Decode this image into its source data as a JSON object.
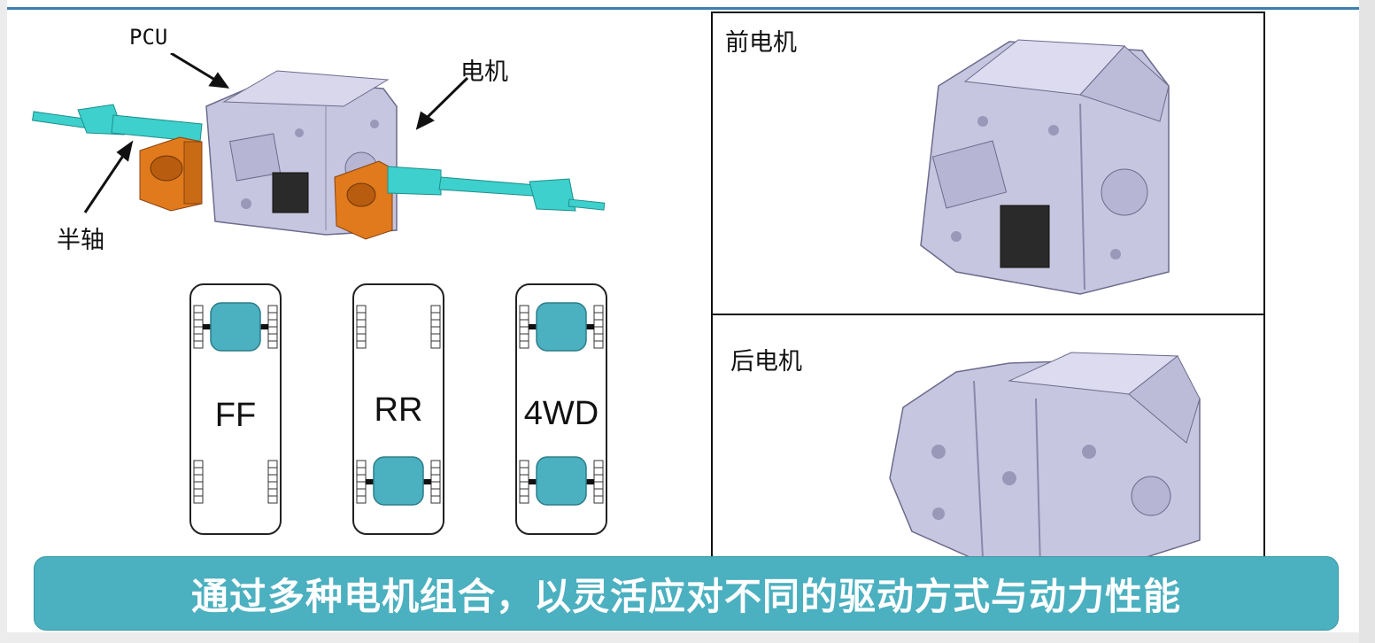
{
  "labels": {
    "pcu": "PCU",
    "motor": "电机",
    "half_shaft": "半轴",
    "front_motor": "前电机",
    "rear_motor": "后电机"
  },
  "drive_layouts": [
    {
      "name": "FF"
    },
    {
      "name": "RR"
    },
    {
      "name": "4WD"
    }
  ],
  "banner": {
    "text": "通过多种电机组合，以灵活应对不同的驱动方式与动力性能"
  },
  "colors": {
    "header_rule": "#3d7fb0",
    "banner_bg": "#4bb0bf",
    "motor_box": "#4bb0bf",
    "shaft": "#3dd0cc",
    "mount": "#e07a1c",
    "motor_body": "#c7c6e0"
  }
}
